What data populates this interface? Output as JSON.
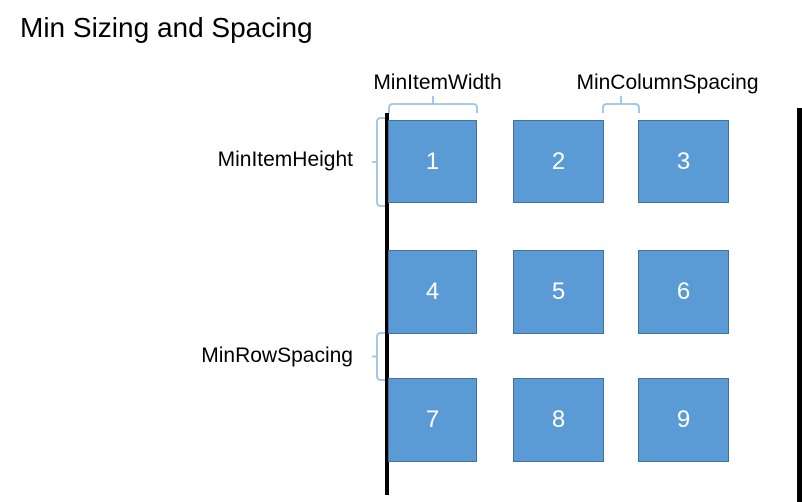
{
  "title": "Min Sizing and Spacing",
  "annotations": {
    "min_item_width": "MinItemWidth",
    "min_column_spacing": "MinColumnSpacing",
    "min_item_height": "MinItemHeight",
    "min_row_spacing": "MinRowSpacing"
  },
  "grid": {
    "rows": 3,
    "columns": 3,
    "items": [
      {
        "label": "1"
      },
      {
        "label": "2"
      },
      {
        "label": "3"
      },
      {
        "label": "4"
      },
      {
        "label": "5"
      },
      {
        "label": "6"
      },
      {
        "label": "7"
      },
      {
        "label": "8"
      },
      {
        "label": "9"
      }
    ]
  },
  "colors": {
    "item_fill": "#5B9BD5",
    "item_border": "#41719C",
    "brace": "#9CC2E5",
    "edge_line": "#000000",
    "item_number_text": "#FFFFFF",
    "label_text": "#000000"
  }
}
